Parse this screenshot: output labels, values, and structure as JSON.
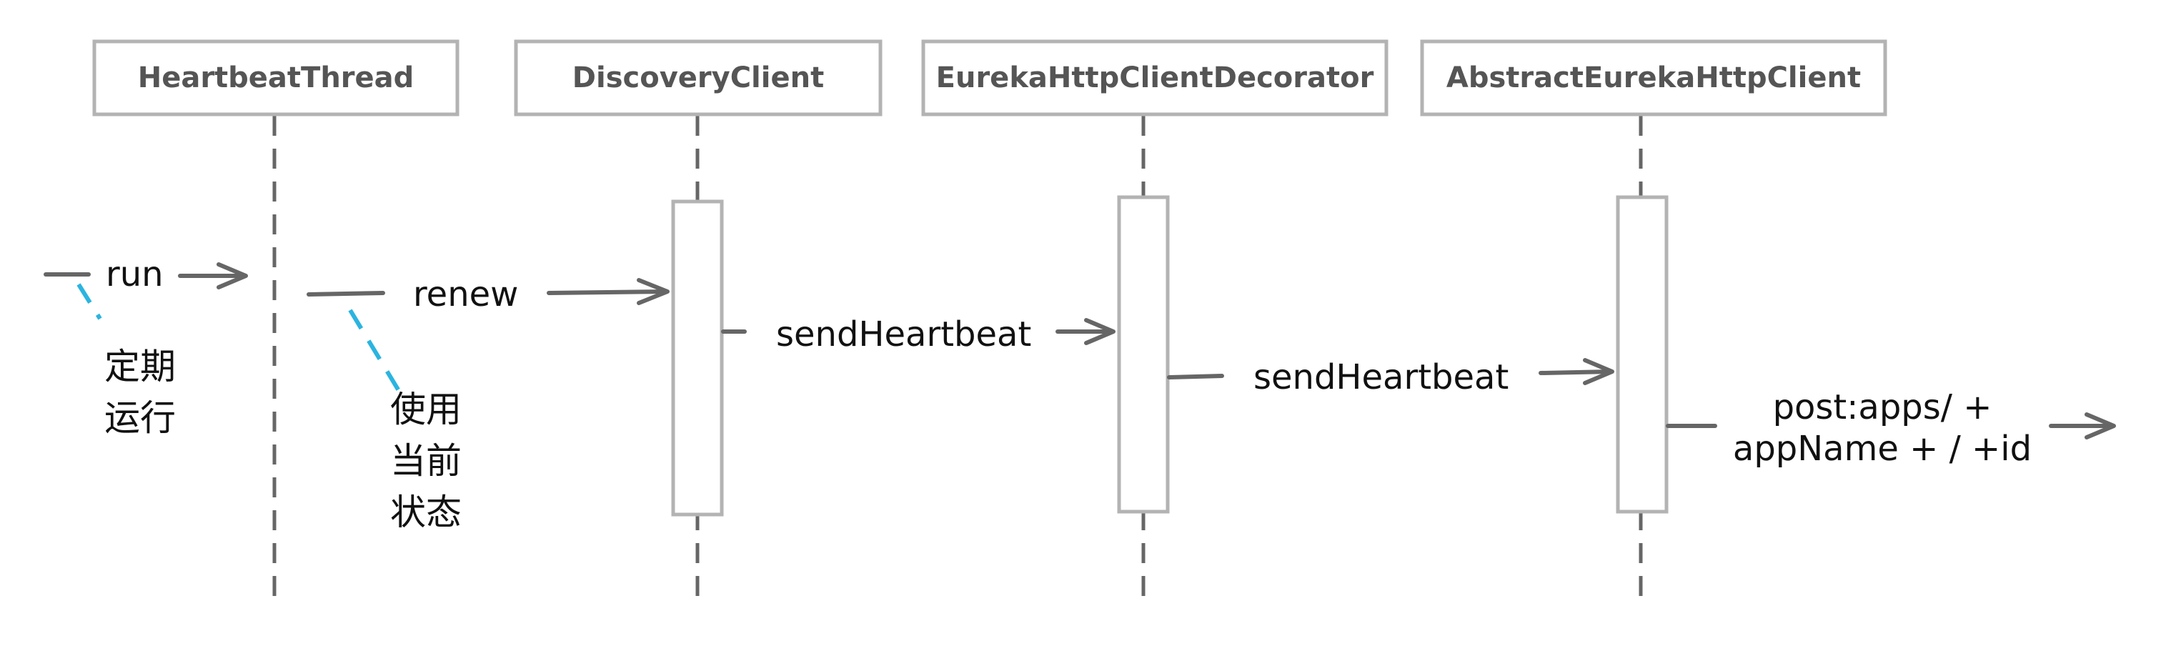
{
  "participants": [
    {
      "label": "HeartbeatThread"
    },
    {
      "label": "DiscoveryClient"
    },
    {
      "label": "EurekaHttpClientDecorator"
    },
    {
      "label": "AbstractEurekaHttpClient"
    }
  ],
  "messages": {
    "run": "run",
    "renew": "renew",
    "send_heartbeat_1": "sendHeartbeat",
    "send_heartbeat_2": "sendHeartbeat",
    "post_line1": "post:apps/ +",
    "post_line2": "appName + / +id"
  },
  "notes": {
    "run_note": [
      "定期",
      "运行"
    ],
    "renew_note": [
      "使用",
      "当前",
      "状态"
    ]
  },
  "colors": {
    "box_stroke": "#b3b3b3",
    "line": "#666666",
    "note_line": "#2bb4e0"
  }
}
